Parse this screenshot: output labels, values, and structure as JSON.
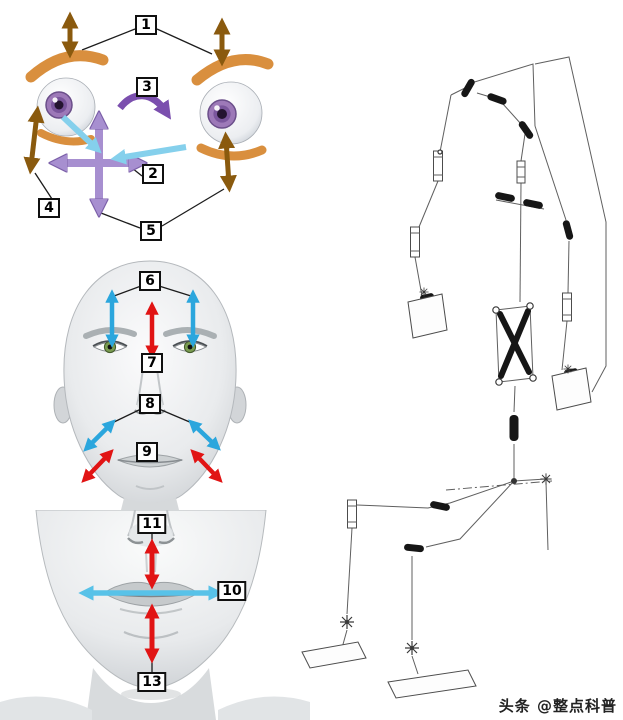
{
  "watermark": "头条 @整点科普",
  "labels": {
    "n1": "1",
    "n2": "2",
    "n3": "3",
    "n4": "4",
    "n5": "5",
    "n6": "6",
    "n7": "7",
    "n8": "8",
    "n9": "9",
    "n10": "10",
    "n11": "11",
    "n13": "13"
  },
  "icons": {
    "double-arrow-vertical": "↕",
    "double-arrow-horizontal": "↔",
    "double-arrow-diagonal": "⤡",
    "rotation-arrow": "↷",
    "cross-arrow": "✛"
  },
  "colors": {
    "eyebrow_arrow_brown": "#8a5a0e",
    "cross_arrow_purple": "#a78fd0",
    "rotation_arrow_purple": "#7b4fae",
    "gaze_arrow_cyan": "#85d0ec",
    "face_arrow_blue": "#2ba6dd",
    "face_arrow_red": "#e11414",
    "mouth_arrow_cyan": "#58c2e8",
    "eyebrow_orange": "#d98f3e",
    "iris_purple": "#9d79b8",
    "eye_green": "#7a9c50",
    "head_gray": "#c9cdd0",
    "label_border": "#101010",
    "mechanism_line": "#5f5f5f"
  }
}
